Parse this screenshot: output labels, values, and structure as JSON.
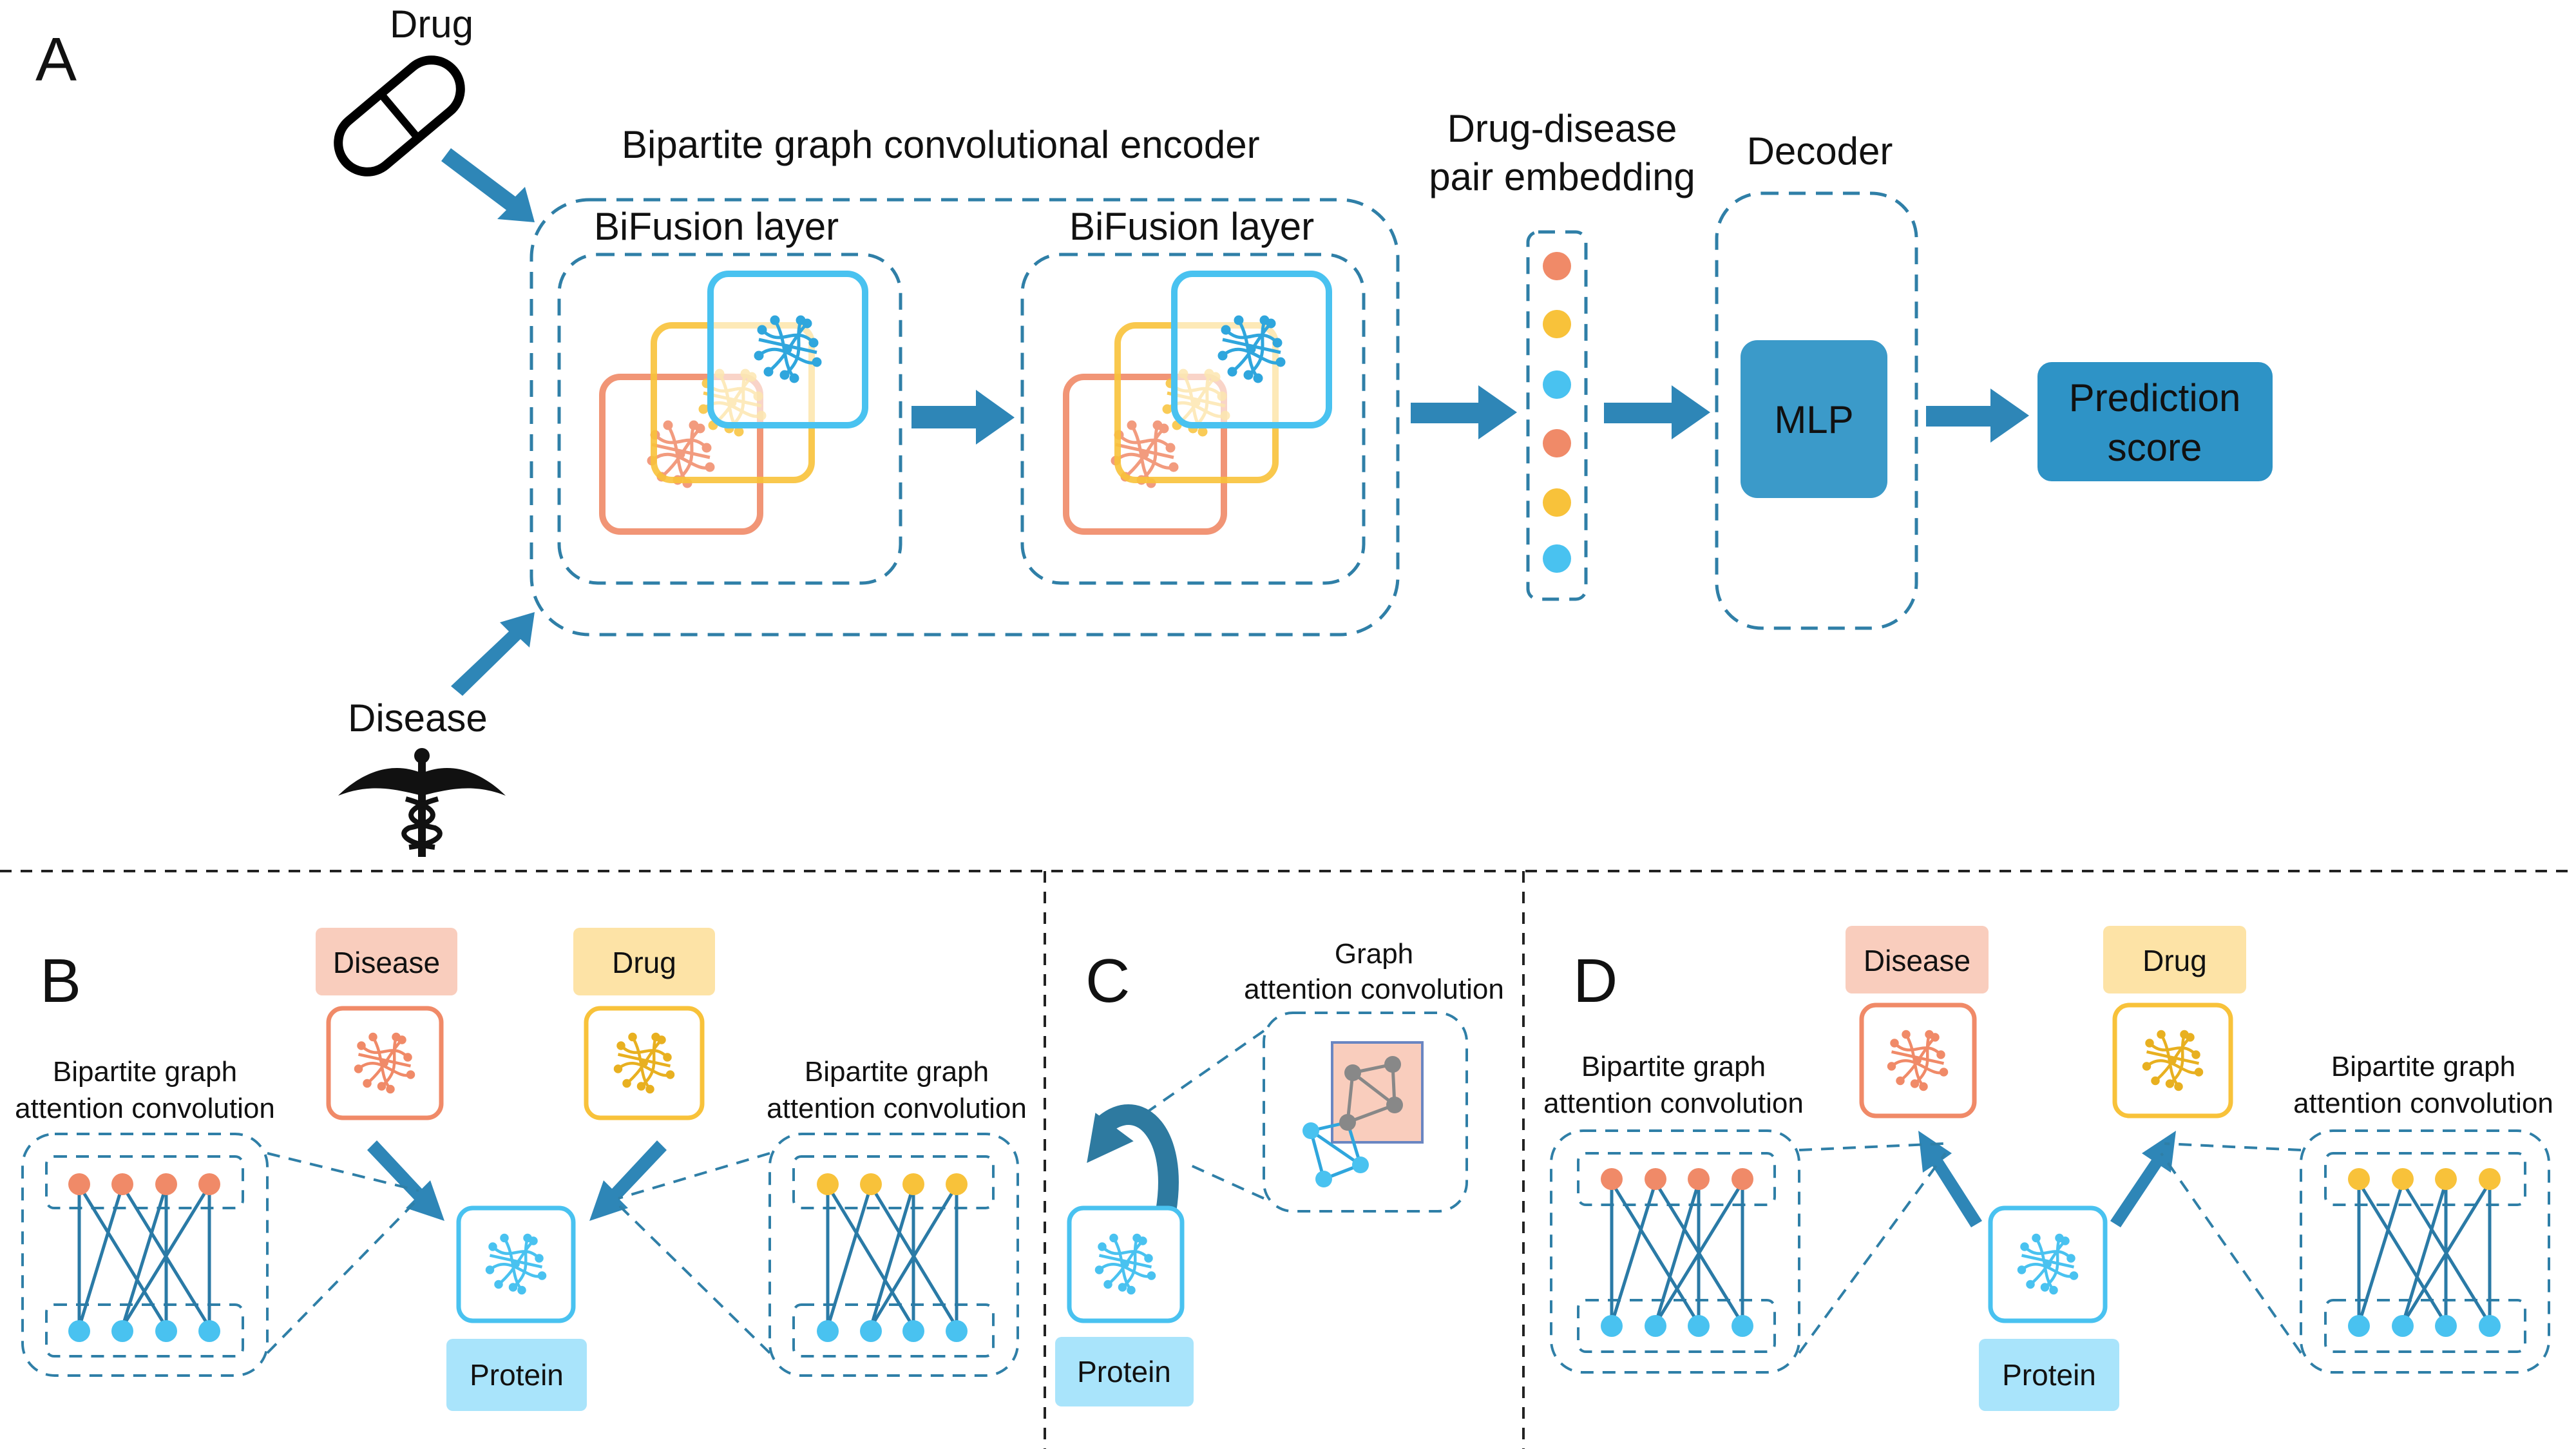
{
  "panels": {
    "a": {
      "letter": "A",
      "drug_label": "Drug",
      "disease_label": "Disease",
      "encoder_title": "Bipartite graph convolutional encoder",
      "bifusion_1": "BiFusion layer",
      "bifusion_2": "BiFusion layer",
      "pair_embedding_line1": "Drug-disease",
      "pair_embedding_line2": "pair embedding",
      "decoder_title": "Decoder",
      "mlp_label": "MLP",
      "prediction_line1": "Prediction",
      "prediction_line2": "score"
    },
    "b": {
      "letter": "B",
      "disease_label": "Disease",
      "drug_label": "Drug",
      "protein_label": "Protein",
      "left_conv_line1": "Bipartite graph",
      "left_conv_line2": "attention convolution",
      "right_conv_line1": "Bipartite graph",
      "right_conv_line2": "attention convolution"
    },
    "c": {
      "letter": "C",
      "graph_conv_line1": "Graph",
      "graph_conv_line2": "attention convolution",
      "protein_label": "Protein"
    },
    "d": {
      "letter": "D",
      "disease_label": "Disease",
      "drug_label": "Drug",
      "protein_label": "Protein",
      "left_conv_line1": "Bipartite graph",
      "left_conv_line2": "attention convolution",
      "right_conv_line1": "Bipartite graph",
      "right_conv_line2": "attention convolution"
    }
  },
  "colors": {
    "drug": "#f8c23a",
    "disease": "#f08a68",
    "protein": "#49c2f0",
    "arrow": "#2e86b7",
    "mlp_box": "#3b9ac9",
    "disease_tag": "#f9cdbd",
    "drug_tag": "#fde3a6",
    "protein_tag": "#a9e4fb",
    "embedding_dots": [
      "#f08a68",
      "#f8c23a",
      "#49c2f0",
      "#f08a68",
      "#f8c23a",
      "#49c2f0"
    ]
  },
  "icons": [
    "pill-icon",
    "caduceus-icon",
    "network-icon"
  ]
}
